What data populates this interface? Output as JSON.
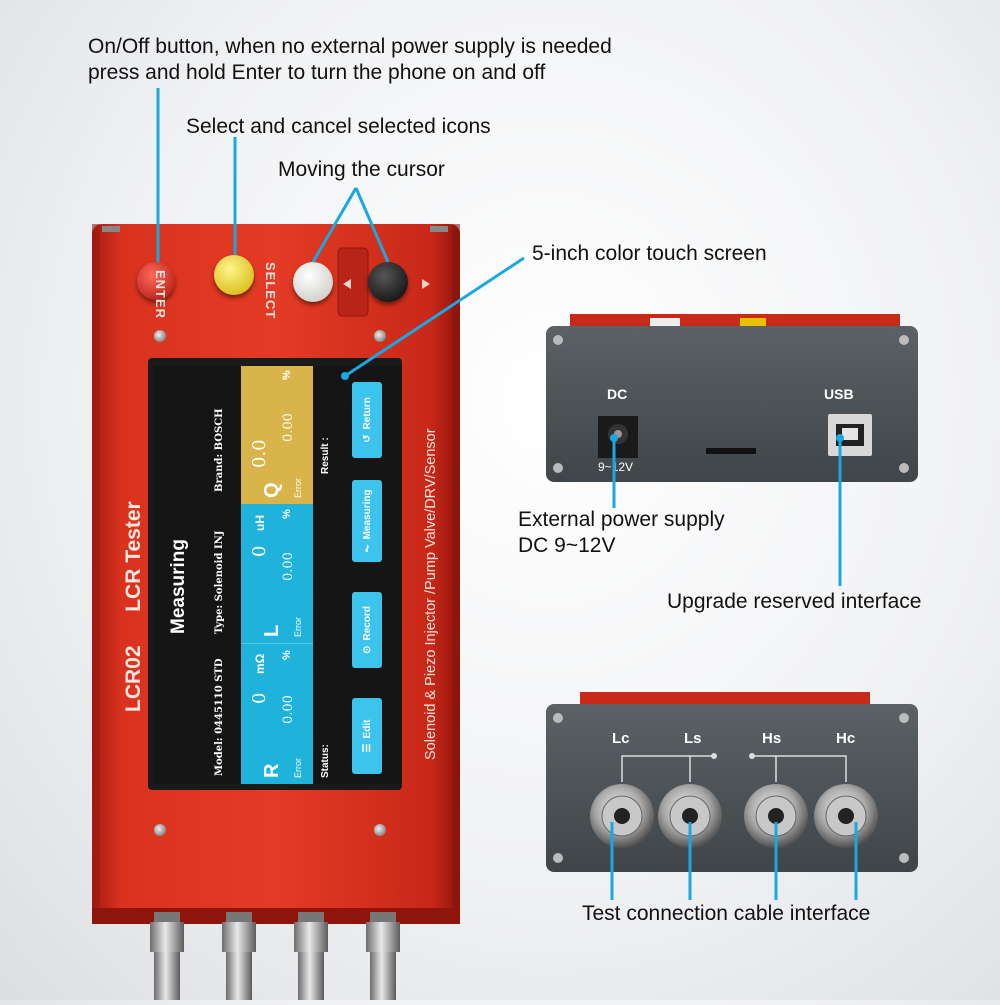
{
  "callouts": {
    "onoff_line1": "On/Off button, when no external power supply is needed",
    "onoff_line2": "press and hold Enter to turn the phone on and off",
    "select": "Select and cancel selected icons",
    "cursor": "Moving the cursor",
    "screen": "5-inch color touch screen",
    "power_line1": "External power supply",
    "power_line2": "DC 9~12V",
    "usb": "Upgrade reserved interface",
    "cable": "Test connection cable interface"
  },
  "device": {
    "enter_label": "ENTER",
    "select_label": "SELECT",
    "title_model": "LCR02",
    "title_name": "LCR Tester",
    "subtitle": "Solenoid & Piezo Injector /Pump Valve/DRV/Sensor"
  },
  "screen": {
    "heading": "Measuring",
    "model": "Model: 0445110  STD",
    "type": "Type: Solenoid INJ",
    "brand": "Brand: BOSCH",
    "status": "Status:",
    "result": "Result :",
    "r": {
      "symbol": "R",
      "value": "0",
      "unit": "mΩ",
      "error_label": "Error",
      "error_value": "0.00",
      "pct": "%"
    },
    "l": {
      "symbol": "L",
      "value": "0",
      "unit": "uH",
      "error_label": "Error",
      "error_value": "0.00",
      "pct": "%"
    },
    "q": {
      "symbol": "Q",
      "value": "0.0",
      "error_label": "Error",
      "error_value": "0.00",
      "pct": "%"
    },
    "buttons": {
      "edit": "Edit",
      "record": "Record",
      "measuring": "Measuring",
      "return": "Return"
    }
  },
  "back_panel": {
    "dc": "DC",
    "dc_range": "9~12V",
    "usb": "USB"
  },
  "connector_panel": {
    "lc": "Lc",
    "ls": "Ls",
    "hs": "Hs",
    "hc": "Hc"
  },
  "colors": {
    "device_red": "#d42a1c",
    "panel_gray": "#4d5356",
    "screen_blue": "#1fb3dc",
    "screen_yellow": "#d9b44a",
    "callout_line": "#1ba7e0"
  }
}
